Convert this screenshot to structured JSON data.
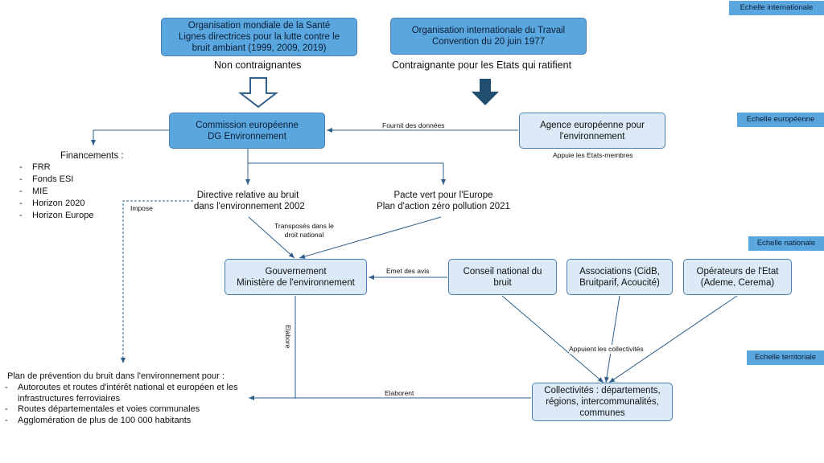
{
  "scales": {
    "international": "Echelle internationale",
    "european": "Echelle européenne",
    "national": "Echelle nationale",
    "territorial": "Echelle territoriale"
  },
  "oms": {
    "line1": "Organisation mondiale de la Santé",
    "line2": "Lignes directrices pour la lutte contre le",
    "line3": "bruit ambiant (1999, 2009, 2019)",
    "caption": "Non contraignantes"
  },
  "oit": {
    "line1": "Organisation internationale du Travail",
    "line2": "Convention du 20 juin 1977",
    "caption": "Contraignante pour les Etats qui ratifient"
  },
  "commission": {
    "line1": "Commission européenne",
    "line2": "DG Environnement"
  },
  "agence": {
    "line1": "Agence européenne pour",
    "line2": "l'environnement",
    "caption": "Appuie les Etats-membres"
  },
  "fournit_label": "Fournit des données",
  "financements": {
    "title": "Financements :",
    "items": [
      "FRR",
      "Fonds ESI",
      "MIE",
      "Horizon 2020",
      "Horizon Europe"
    ]
  },
  "directive": {
    "line1": "Directive relative au bruit",
    "line2": "dans l'environnement 2002"
  },
  "pacte": {
    "line1": "Pacte vert pour l'Europe",
    "line2": "Plan d'action zéro pollution 2021"
  },
  "impose_label": "Impose",
  "transposes": {
    "line1": "Transposés dans le",
    "line2": "droit national"
  },
  "gouvernement": {
    "line1": "Gouvernement",
    "line2": "Ministère de l'environnement"
  },
  "emet_label": "Emet des avis",
  "conseil": {
    "line1": "Conseil national du",
    "line2": "bruit"
  },
  "associations": {
    "line1": "Associations (CidB,",
    "line2": "Bruitparif, Acoucité)"
  },
  "operateurs": {
    "line1": "Opérateurs de l'Etat",
    "line2": "(Ademe, Cerema)"
  },
  "elabore_label": "Elabore",
  "appuient_label": "Appuient les collectivités",
  "collectivites": {
    "line1": "Collectivités : départements,",
    "line2": "régions, intercommunalités,",
    "line3": "communes"
  },
  "elaborent_label": "Elaborent",
  "plan": {
    "title": "Plan de prévention du bruit dans l'environnement pour :",
    "items": [
      "Autoroutes et routes d'intérêt national et européen et les infrastructures ferroviaires",
      "Routes départementales et voies communales",
      "Agglomération de plus de 100 000 habitants"
    ]
  }
}
